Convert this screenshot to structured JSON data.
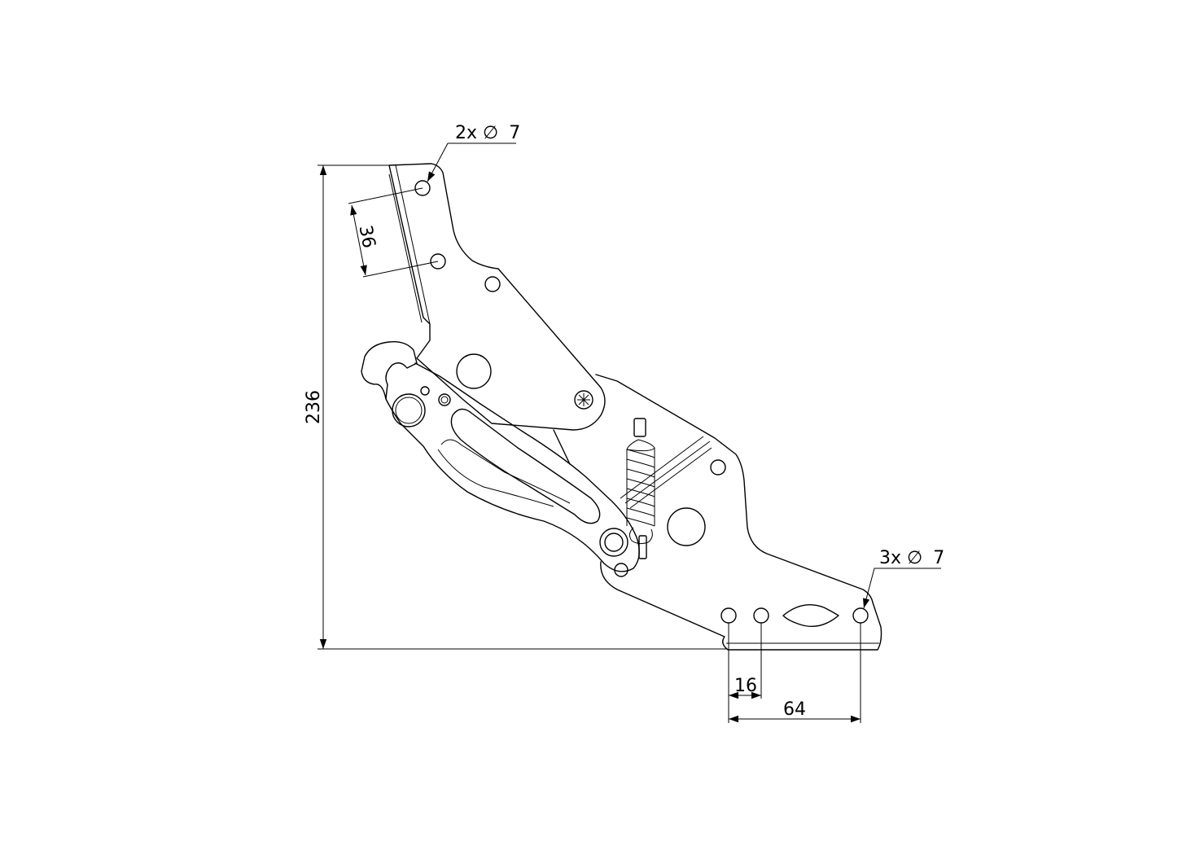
{
  "dimensions": {
    "overall_height": "236",
    "top_hole_spacing": "36",
    "bottom_hole_spacing_small": "16",
    "bottom_hole_spacing_large": "64"
  },
  "callouts": {
    "top_holes": {
      "count_prefix": "2x",
      "diameter_symbol": "∅",
      "value": "7"
    },
    "bottom_holes": {
      "count_prefix": "3x",
      "diameter_symbol": "∅",
      "value": "7"
    }
  },
  "colors": {
    "line": "#000000",
    "background": "#ffffff"
  }
}
